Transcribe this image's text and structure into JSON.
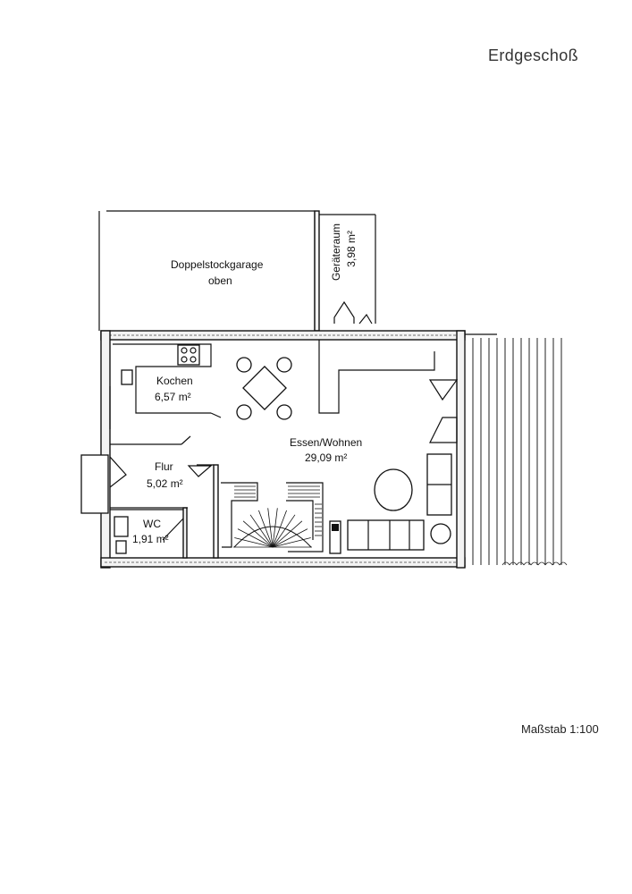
{
  "title": "Erdgeschoß",
  "scale": "Maßstab 1:100",
  "rooms": {
    "garage": {
      "name": "Doppelstockgarage",
      "note": "oben"
    },
    "storage": {
      "name": "Geräteraum",
      "area": "3,98 m²"
    },
    "kitchen": {
      "name": "Kochen",
      "area": "6,57 m²"
    },
    "living": {
      "name": "Essen/Wohnen",
      "area": "29,09 m²"
    },
    "hall": {
      "name": "Flur",
      "area": "5,02 m²"
    },
    "wc": {
      "name": "WC",
      "area": "1,91 m²"
    }
  }
}
